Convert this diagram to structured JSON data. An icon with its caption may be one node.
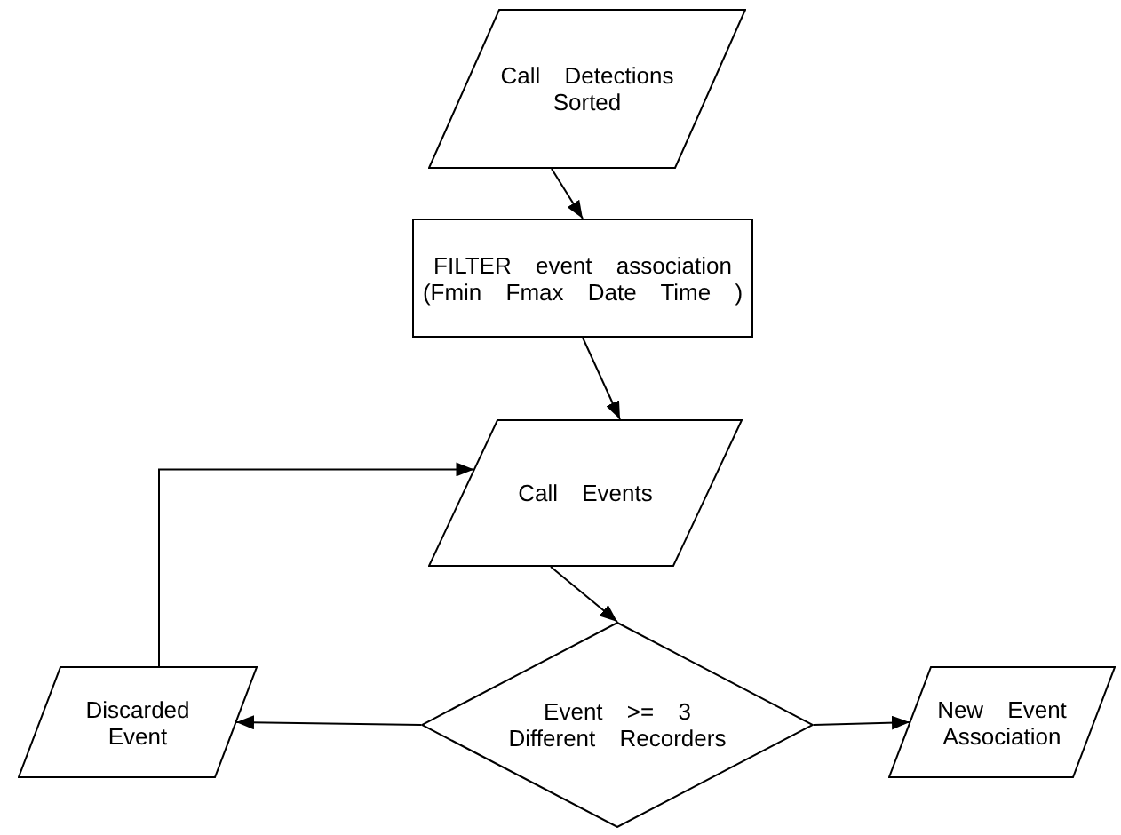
{
  "diagram": {
    "nodes": [
      {
        "text": [
          "Call Detections Sorted"
        ]
      },
      {
        "text": [
          "FILTER event association",
          "(Fmin Fmax Date Time )"
        ]
      },
      {
        "text": [
          "Call Events"
        ]
      },
      {
        "text": [
          "Event >= 3 Different Recorders"
        ]
      },
      {
        "text": [
          "Discarded Event"
        ]
      },
      {
        "text": [
          "New Event Association"
        ]
      }
    ],
    "edges": [
      {
        "from": 0,
        "to": 1,
        "arrow": "to"
      },
      {
        "from": 1,
        "to": 2,
        "arrow": "to"
      },
      {
        "from": 2,
        "to": 3,
        "arrow": "to"
      },
      {
        "from": 3,
        "to": 4,
        "arrow": "to"
      },
      {
        "from": 3,
        "to": 5,
        "arrow": "to"
      },
      {
        "from": 4,
        "to": 2,
        "arrow": "to"
      }
    ]
  }
}
